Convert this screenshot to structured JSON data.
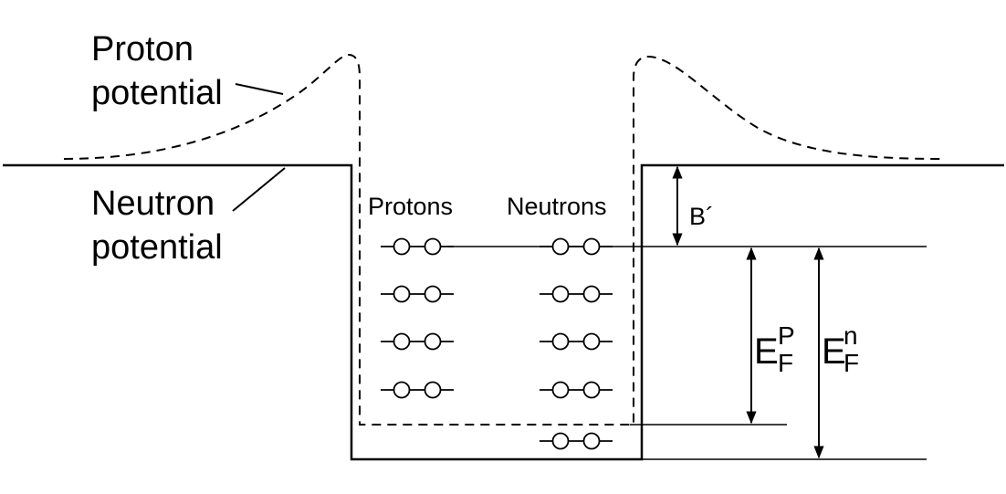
{
  "labels": {
    "proton_potential_line1": "Proton",
    "proton_potential_line2": "potential",
    "neutron_potential_line1": "Neutron",
    "neutron_potential_line2": "potential",
    "protons": "Protons",
    "neutrons": "Neutrons",
    "barrier": "B´",
    "fermi_proton_main": "E",
    "fermi_proton_sub": "F",
    "fermi_proton_sup": "P",
    "fermi_neutron_main": "E",
    "fermi_neutron_sub": "F",
    "fermi_neutron_sup": "n"
  },
  "levels": {
    "proton_filled_levels": 4,
    "neutron_filled_levels": 5
  }
}
